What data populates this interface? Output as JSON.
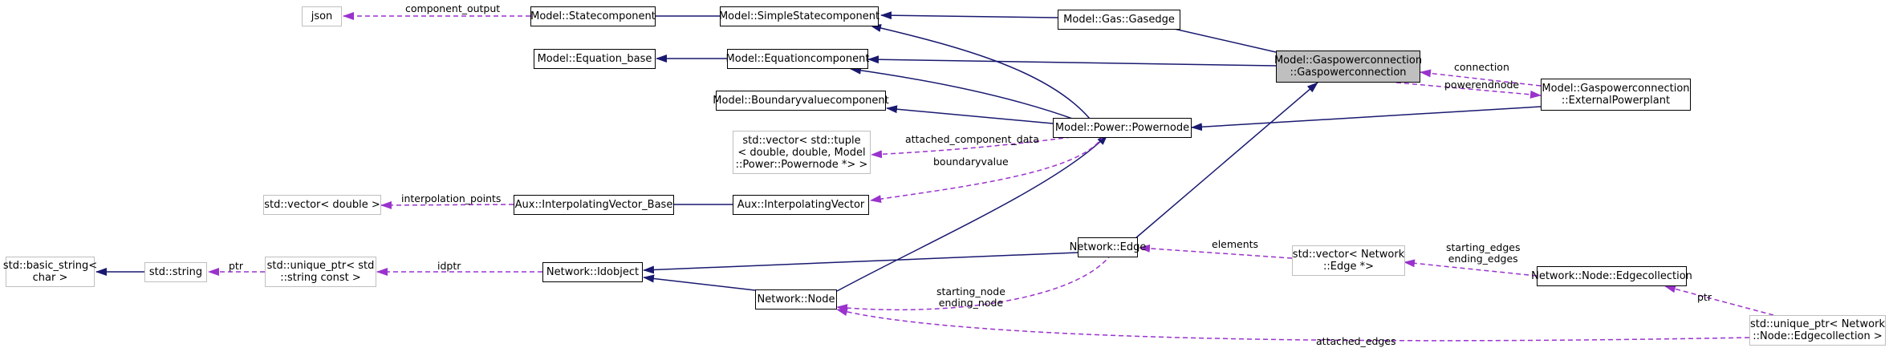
{
  "colors": {
    "inheritance": "#191970",
    "usage": "#9a32cd",
    "box_border": "#000000",
    "external_border": "#bfbfbf",
    "focus_fill": "#bfbfbf"
  },
  "nodes": {
    "json": "json",
    "statecomponent": "Model::Statecomponent",
    "simplestatecomponent": "Model::SimpleStatecomponent",
    "gasedge": "Model::Gas::Gasedge",
    "gaspowerconnection": "Model::Gaspowerconnection\n::Gaspowerconnection",
    "equation_base": "Model::Equation_base",
    "equationcomponent": "Model::Equationcomponent",
    "boundaryvaluecomponent": "Model::Boundaryvaluecomponent",
    "powernode": "Model::Power::Powernode",
    "externalpowerplant": "Model::Gaspowerconnection\n::ExternalPowerplant",
    "vector_tuple": "std::vector< std::tuple\n< double, double, Model\n::Power::Powernode *> >",
    "vector_double": "std::vector< double >",
    "interpolatingvector_base": "Aux::InterpolatingVector_Base",
    "interpolatingvector": "Aux::InterpolatingVector",
    "basic_string": "std::basic_string<\nchar >",
    "string": "std::string",
    "unique_ptr_string": "std::unique_ptr< std\n::string const >",
    "idobject": "Network::Idobject",
    "edge": "Network::Edge",
    "vector_edge": "std::vector< Network\n::Edge *>",
    "edgecollection": "Network::Node::Edgecollection",
    "node": "Network::Node",
    "unique_ptr_edgecollection": "std::unique_ptr< Network\n::Node::Edgecollection >"
  },
  "edge_labels": {
    "component_output": "component_output",
    "connection": "connection",
    "powerendnode": "powerendnode",
    "attached_component_data": "attached_component_data",
    "boundaryvalue": "boundaryvalue",
    "interpolation_points": "interpolation_points",
    "ptr_string": "ptr",
    "idptr": "idptr",
    "elements": "elements",
    "starting_ending_edges": "starting_edges\nending_edges",
    "ptr_edgecollection": "ptr",
    "starting_ending_node": "starting_node\nending_node",
    "attached_edges": "attached_edges"
  }
}
